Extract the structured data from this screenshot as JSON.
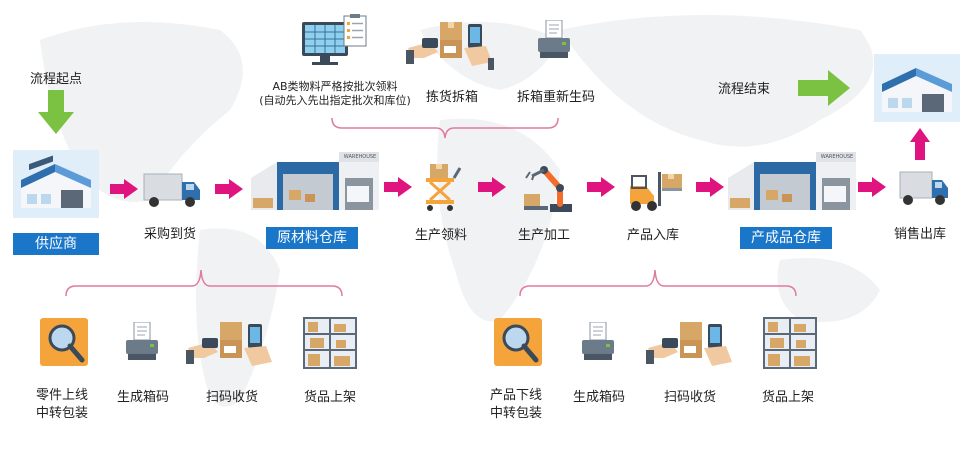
{
  "diagram": {
    "start_label": "流程起点",
    "end_label": "流程结束",
    "main_flow": {
      "supplier": "供应商",
      "purchase_arrival": "采购到货",
      "raw_material_warehouse": "原材料仓库",
      "production_picking": "生产领料",
      "production_processing": "生产加工",
      "product_inbound": "产品入库",
      "finished_goods_warehouse": "产成品仓库",
      "sales_outbound": "销售出库"
    },
    "top_group": {
      "item1_line1": "AB类物料严格按批次领料",
      "item1_line2": "(自动先入先出指定批次和库位)",
      "item2": "拣货拆箱",
      "item3": "拆箱重新生码"
    },
    "bottom_left_group": {
      "item1_line1": "零件上线",
      "item1_line2": "中转包装",
      "item2": "生成箱码",
      "item3": "扫码收货",
      "item4": "货品上架"
    },
    "bottom_right_group": {
      "item1_line1": "产品下线",
      "item1_line2": "中转包装",
      "item2": "生成箱码",
      "item3": "扫码收货",
      "item4": "货品上架"
    },
    "warehouse_sign": "WAREHOUSE",
    "colors": {
      "blue_box": "#1976c9",
      "magenta_arrow": "#e0147e",
      "green_arrow": "#7cc242",
      "bracket": "#e07a9e"
    }
  }
}
